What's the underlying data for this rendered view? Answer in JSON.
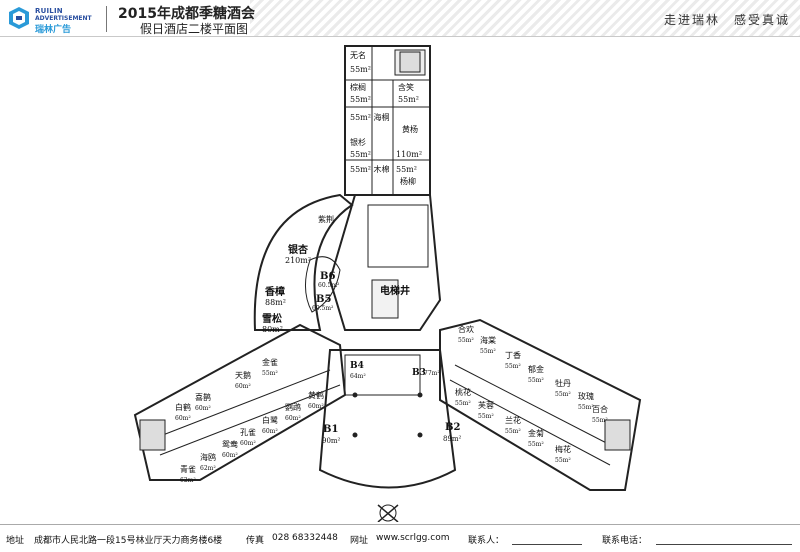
{
  "header": {
    "logo": {
      "en_line1": "RUILIN",
      "en_line2": "ADVERTISEMENT",
      "cn": "瑞林广告"
    },
    "title_line1": "2015年成都季糖酒会",
    "title_line2": "假日酒店二楼平面图",
    "slogan": "走进瑞林　感受真诚"
  },
  "rooms": {
    "wuming": {
      "name": "无名",
      "area": "55m²"
    },
    "zonglv": {
      "name": "棕榈",
      "area": "55m²"
    },
    "hanxiao": {
      "name": "含笑",
      "area": "55m²"
    },
    "haitong": {
      "name": "55m² 海桐",
      "area": ""
    },
    "yinshan": {
      "name": "银杉",
      "area": "55m²"
    },
    "huangyang": {
      "name": "黄杨",
      "area": "110m²"
    },
    "mumian": {
      "name": "55m² 木棉",
      "area": "55m²"
    },
    "yangliu": {
      "name": "杨柳",
      "area": ""
    },
    "jingong": {
      "name": "紫荆",
      "area": ""
    },
    "yinxing": {
      "name": "银杏",
      "area": "210m²"
    },
    "xiangzhang": {
      "name": "香樟",
      "area": "88m²"
    },
    "xuesong": {
      "name": "雪松",
      "area": "80m²"
    },
    "b6": {
      "name": "B6",
      "area": "60.5m²"
    },
    "b5": {
      "name": "B5",
      "area": "60.5m²"
    },
    "elevator": {
      "name": "电梯井"
    },
    "b1": {
      "name": "B1",
      "area": "90m²"
    },
    "b2": {
      "name": "B2",
      "area": "89m²"
    },
    "b3": {
      "name": "B3",
      "area": "77m²"
    },
    "b4": {
      "name": "B4",
      "area": "64m²"
    },
    "hehuan": {
      "name": "合欢",
      "area": "55m²"
    },
    "haitang": {
      "name": "海棠",
      "area": "55m²"
    },
    "dingxiang": {
      "name": "丁香",
      "area": "55m²"
    },
    "yujin": {
      "name": "郁金",
      "area": "55m²"
    },
    "mudan": {
      "name": "牡丹",
      "area": "55m²"
    },
    "meigui": {
      "name": "玫瑰",
      "area": "55m²"
    },
    "baihe": {
      "name": "百合",
      "area": "55m²"
    },
    "taohua": {
      "name": "桃花",
      "area": "55m²"
    },
    "furong": {
      "name": "芙蓉",
      "area": "55m²"
    },
    "lanhua": {
      "name": "兰花",
      "area": "55m²"
    },
    "jinju": {
      "name": "金菊",
      "area": "55m²"
    },
    "meihua": {
      "name": "梅花",
      "area": "55m²"
    },
    "baihe2": {
      "name": "白鹤",
      "area": "60m²"
    },
    "xiqu": {
      "name": "喜鹊",
      "area": "60m²"
    },
    "tiane": {
      "name": "天鹅",
      "area": "60m²"
    },
    "jinque": {
      "name": "金雀",
      "area": "55m²"
    },
    "huanghe": {
      "name": "黄鹤",
      "area": "60m²"
    },
    "yingwu": {
      "name": "鹦鹉",
      "area": "60m²"
    },
    "bailu": {
      "name": "白鹭",
      "area": "60m²"
    },
    "kongque": {
      "name": "孔雀",
      "area": "60m²"
    },
    "yuanyang": {
      "name": "鸳鸯",
      "area": "60m²"
    },
    "haiou": {
      "name": "海鸥",
      "area": "62m²"
    },
    "qingque": {
      "name": "青雀",
      "area": "62m²"
    }
  },
  "footer": {
    "address_label": "地址",
    "address": "成都市人民北路一段15号林业厅天力商务楼6楼",
    "fax_label": "传真",
    "fax": "028 68332448",
    "web_label": "网址",
    "web": "www.scrlgg.com",
    "contact_label": "联系人：",
    "phone_label": "联系电话："
  },
  "colors": {
    "brand_blue": "#2a4fa0",
    "brand_cyan": "#2a9ad8",
    "line": "#222222"
  }
}
